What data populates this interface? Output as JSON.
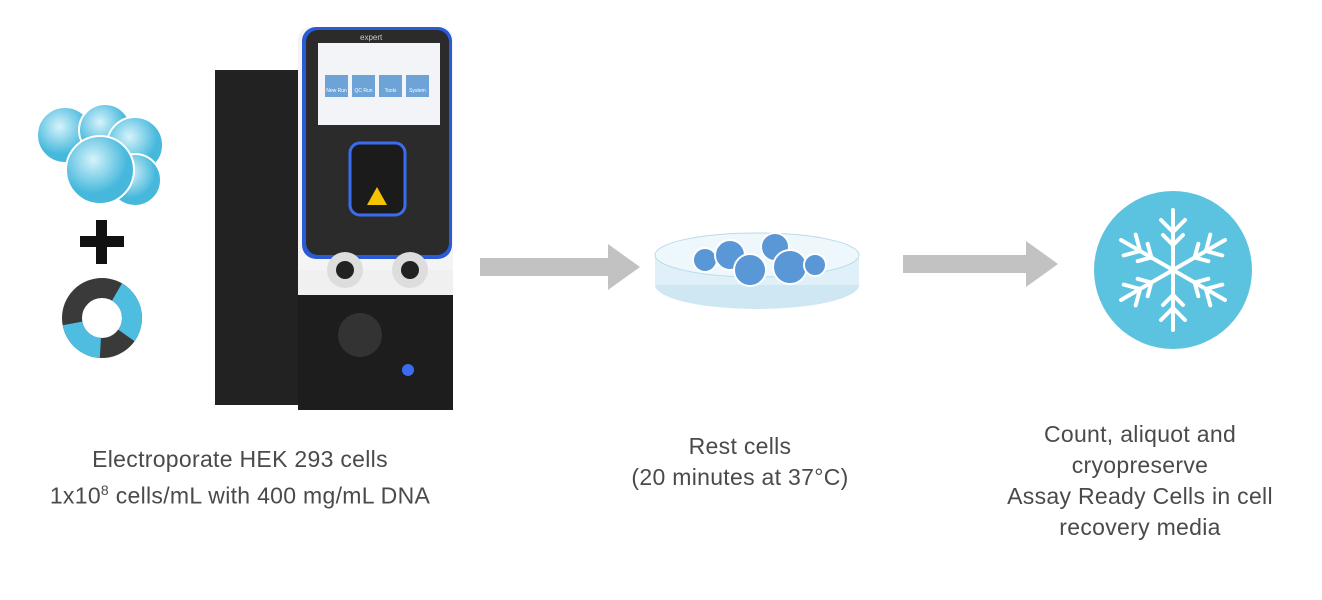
{
  "steps": [
    {
      "line1": "Electroporate HEK 293 cells",
      "line2_prefix": "1x10",
      "line2_sup": "8",
      "line2_suffix": " cells/mL with 400 mg/mL DNA"
    },
    {
      "line1": "Rest cells",
      "line2": "(20 minutes at  37°C)"
    },
    {
      "line1": "Count, aliquot and",
      "line2": "cryopreserve",
      "line3": "Assay Ready Cells in cell",
      "line4": "recovery media"
    }
  ],
  "device": {
    "logo": "expert",
    "screen_buttons": [
      "New Run",
      "QC Run",
      "Tools",
      "System"
    ]
  },
  "colors": {
    "cell": "#5ec8e6",
    "snowflake_bg": "#5bc3df",
    "arrow": "#c2c2c2",
    "device_blue": "#2a5bd7"
  }
}
